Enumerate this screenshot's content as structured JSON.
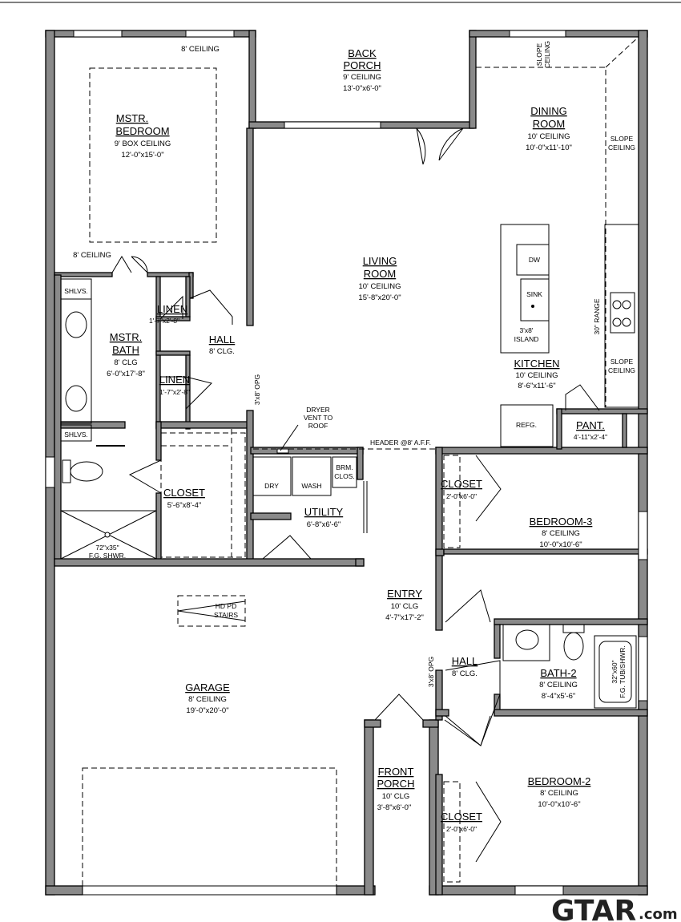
{
  "rooms": {
    "back_porch": {
      "name_1": "BACK",
      "name_2": "PORCH",
      "ceiling": "9' CEILING",
      "size": "13'-0\"x6'-0\""
    },
    "mstr_bedroom": {
      "name_1": "MSTR.",
      "name_2": "BEDROOM",
      "ceiling": "9' BOX CEILING",
      "size": "12'-0\"x15'-0\""
    },
    "dining": {
      "name_1": "DINING",
      "name_2": "ROOM",
      "ceiling": "10' CEILING",
      "size": "10'-0\"x11'-10\""
    },
    "living": {
      "name_1": "LIVING",
      "name_2": "ROOM",
      "ceiling": "10' CEILING",
      "size": "15'-8\"x20'-0\""
    },
    "mstr_bath": {
      "name_1": "MSTR.",
      "name_2": "BATH",
      "ceiling": "8' CLG",
      "size": "6'-0\"x17'-8\""
    },
    "linen_1": {
      "name": "LINEN",
      "size": "1'-7\"x2'-8\""
    },
    "linen_2": {
      "name": "LINEN",
      "size": "1'-7\"x2'-8\""
    },
    "hall_1": {
      "name": "HALL",
      "ceiling": "8' CLG."
    },
    "kitchen": {
      "name": "KITCHEN",
      "ceiling": "10' CEILING",
      "size": "8'-6\"x11'-6\""
    },
    "pantry": {
      "name": "PANT.",
      "size": "4'-11\"x2'-4\""
    },
    "mstr_closet": {
      "name": "CLOSET",
      "size": "5'-6\"x8'-4\""
    },
    "utility": {
      "name": "UTILITY",
      "size": "6'-8\"x6'-6\""
    },
    "closet_3": {
      "name": "CLOSET",
      "size": "2'-0\"x6'-0\""
    },
    "bedroom_3": {
      "name": "BEDROOM-3",
      "ceiling": "8' CEILING",
      "size": "10'-0\"x10'-6\""
    },
    "entry": {
      "name": "ENTRY",
      "ceiling": "10' CLG",
      "size": "4'-7\"x17'-2\""
    },
    "hall_2": {
      "name": "HALL",
      "ceiling": "8' CLG."
    },
    "bath_2": {
      "name": "BATH-2",
      "ceiling": "8' CEILING",
      "size": "8'-4\"x5'-6\""
    },
    "garage": {
      "name": "GARAGE",
      "ceiling": "8' CEILING",
      "size": "19'-0\"x20'-0\""
    },
    "front_porch": {
      "name_1": "FRONT",
      "name_2": "PORCH",
      "ceiling": "10' CLG",
      "size": "3'-8\"x6'-0\""
    },
    "bedroom_2": {
      "name": "BEDROOM-2",
      "ceiling": "8' CEILING",
      "size": "10'-0\"x10'-6\""
    },
    "closet_2": {
      "name": "CLOSET",
      "size": "2'-0\"x6'-0\""
    }
  },
  "notes": {
    "ceiling_8_top": "8' CEILING",
    "ceiling_8_mid": "8' CEILING",
    "slope_top_1": "SLOPE",
    "slope_top_2": "CEILING",
    "slope_mid_1": "SLOPE",
    "slope_mid_2": "CEILING",
    "slope_low_1": "SLOPE",
    "slope_low_2": "CEILING",
    "dryer_1": "DRYER",
    "dryer_2": "VENT TO",
    "dryer_3": "ROOF",
    "header": "HEADER @8' A.F.F.",
    "opg_1": "3'x8' OPG",
    "opg_2": "3'x8' OPG",
    "island_1": "3'x8'",
    "island_2": "ISLAND",
    "range": "30\" RANGE",
    "stairs_1": "HD PD",
    "stairs_2": "STAIRS",
    "shower_1": "72\"x35\"",
    "shower_2": "F.G. SHWR.",
    "tub_1": "32\"x60\"",
    "tub_2": "F.G. TUB/SHWR."
  },
  "fixtures": {
    "shlvs_top": "SHLVS.",
    "shlvs_bottom": "SHLVS.",
    "dw": "DW",
    "sink": "SINK",
    "refg": "REFG.",
    "dry": "DRY",
    "wash": "WASH",
    "brm_1": "BRM.",
    "brm_2": "CLOS."
  },
  "logo": {
    "text": "GTAR",
    "suffix": ".com"
  }
}
